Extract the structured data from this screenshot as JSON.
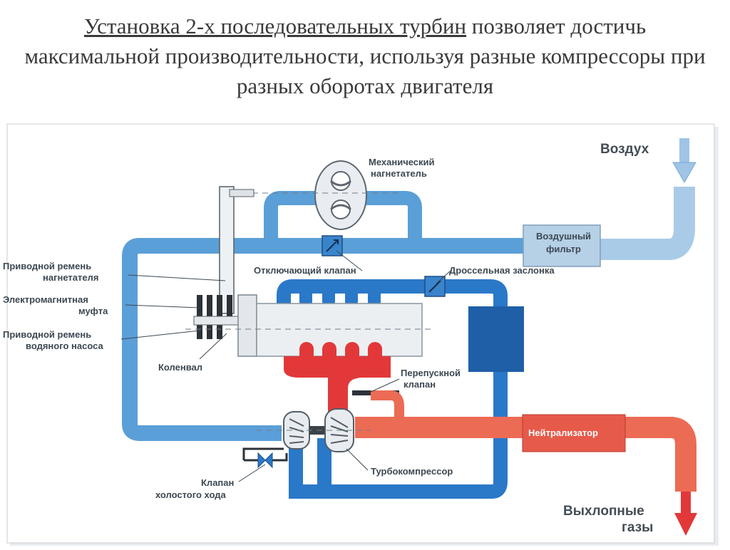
{
  "title": {
    "underlined": "Установка 2-х последовательных турбин",
    "rest": " позволяет достичь максимальной производительности, используя разные компрессоры при разных оборотах двигателя"
  },
  "labels": {
    "air": "Воздух",
    "supercharger_line1": "Механический",
    "supercharger_line2": "нагнетатель",
    "air_filter_line1": "Воздушный",
    "air_filter_line2": "фильтр",
    "shutoff_valve": "Отключающий клапан",
    "throttle": "Дроссельная заслонка",
    "drive_belt_sc_line1": "Приводной ремень",
    "drive_belt_sc_line2": "нагнетателя",
    "clutch_line1": "Электромагнитная",
    "clutch_line2": "муфта",
    "drive_belt_wp_line1": "Приводной ремень",
    "drive_belt_wp_line2": "водяного насоса",
    "crankshaft": "Коленвал",
    "bypass_line1": "Перепускной",
    "bypass_line2": "клапан",
    "catalyst": "Нейтрализатор",
    "turbocharger": "Турбокомпрессор",
    "idle_valve_line1": "Клапан",
    "idle_valve_line2": "холостого хода",
    "exhaust_line1": "Выхлопные",
    "exhaust_line2": "газы"
  },
  "colors": {
    "intake_blue": "#5b9fd8",
    "intake_light": "#a9cbe8",
    "pressurized_blue": "#2a78c8",
    "exhaust_red": "#e2383a",
    "exhaust_light": "#ec6b55",
    "component_blue": "#1f5fa8",
    "filter_box": "#b6d0e6"
  }
}
